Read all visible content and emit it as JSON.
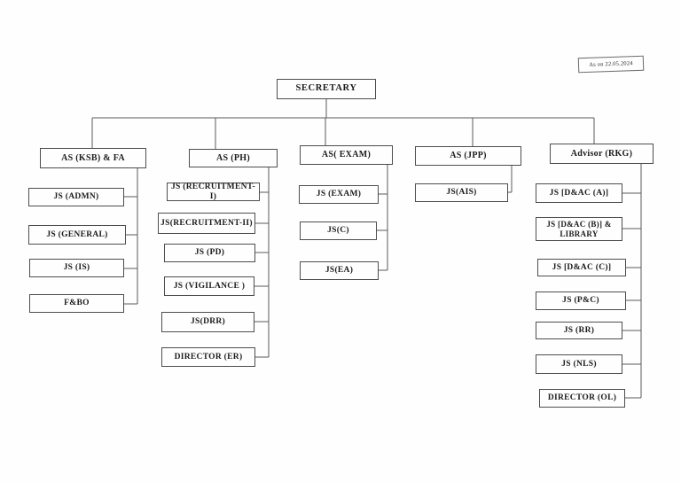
{
  "stamp": {
    "label": "As on 22.05.2024"
  },
  "root": {
    "label": "SECRETARY"
  },
  "columns": [
    {
      "head": "AS (KSB) & FA",
      "children": [
        "JS (ADMN)",
        "JS (GENERAL)",
        "JS (IS)",
        "F&BO"
      ]
    },
    {
      "head": "AS (PH)",
      "children": [
        "JS (RECRUITMENT-I)",
        "JS(RECRUITMENT-II)",
        "JS (PD)",
        "JS (VIGILANCE )",
        "JS(DRR)",
        "DIRECTOR (ER)"
      ]
    },
    {
      "head": "AS( EXAM)",
      "children": [
        "JS (EXAM)",
        "JS(C)",
        "JS(EA)"
      ]
    },
    {
      "head": "AS (JPP)",
      "children": [
        "JS(AIS)"
      ]
    },
    {
      "head": "Advisor (RKG)",
      "children": [
        "JS [D&AC (A)]",
        "JS [D&AC (B)] & LIBRARY",
        "JS [D&AC (C)]",
        "JS (P&C)",
        "JS (RR)",
        "JS (NLS)",
        "DIRECTOR (OL)"
      ]
    }
  ],
  "colors": {
    "line": "#5a5a5a",
    "box_border": "#4d4d4d",
    "text": "#1b1b1b",
    "background": "#fefefe"
  }
}
